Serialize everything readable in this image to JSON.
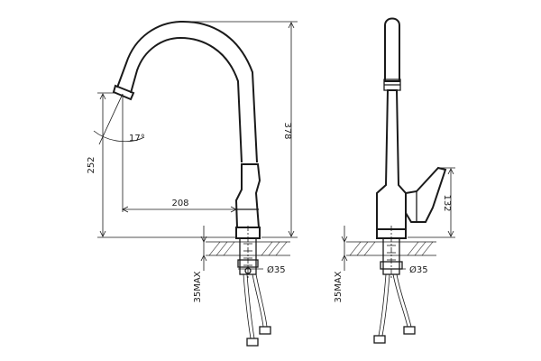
{
  "dimensions": {
    "height_total": "378",
    "spout_height": "252",
    "reach": "208",
    "swivel_angle": "17°",
    "hole_dia_front": "Ø35",
    "hole_dia_side": "Ø35",
    "max_thickness_front": "35MAX",
    "max_thickness_side": "35MAX",
    "handle_height": "132"
  },
  "colors": {
    "line": "#1a1a1a",
    "hatch": "#555555",
    "background": "#ffffff"
  }
}
